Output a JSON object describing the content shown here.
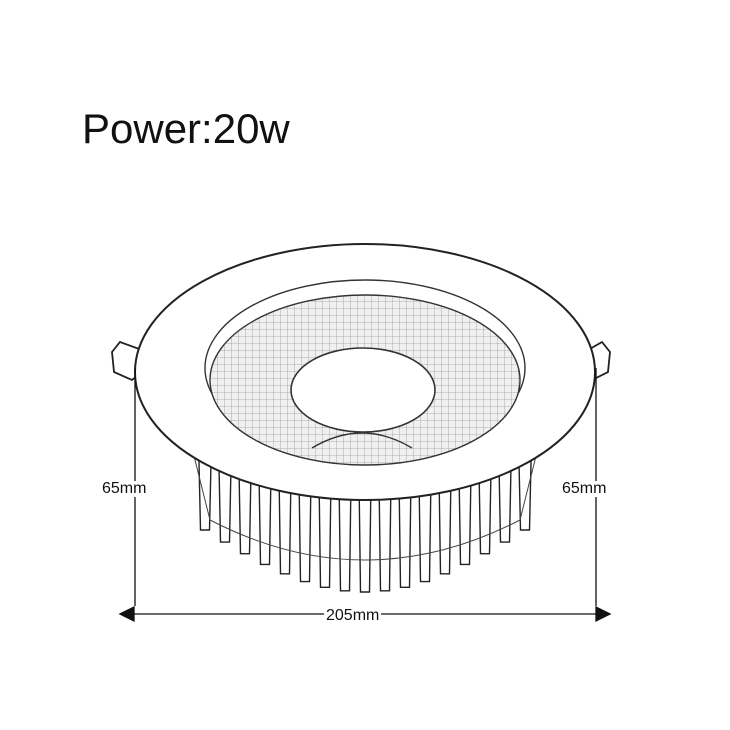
{
  "title": "Power:20w",
  "dimensions": {
    "height_left": "65mm",
    "height_right": "65mm",
    "width": "205mm"
  }
}
